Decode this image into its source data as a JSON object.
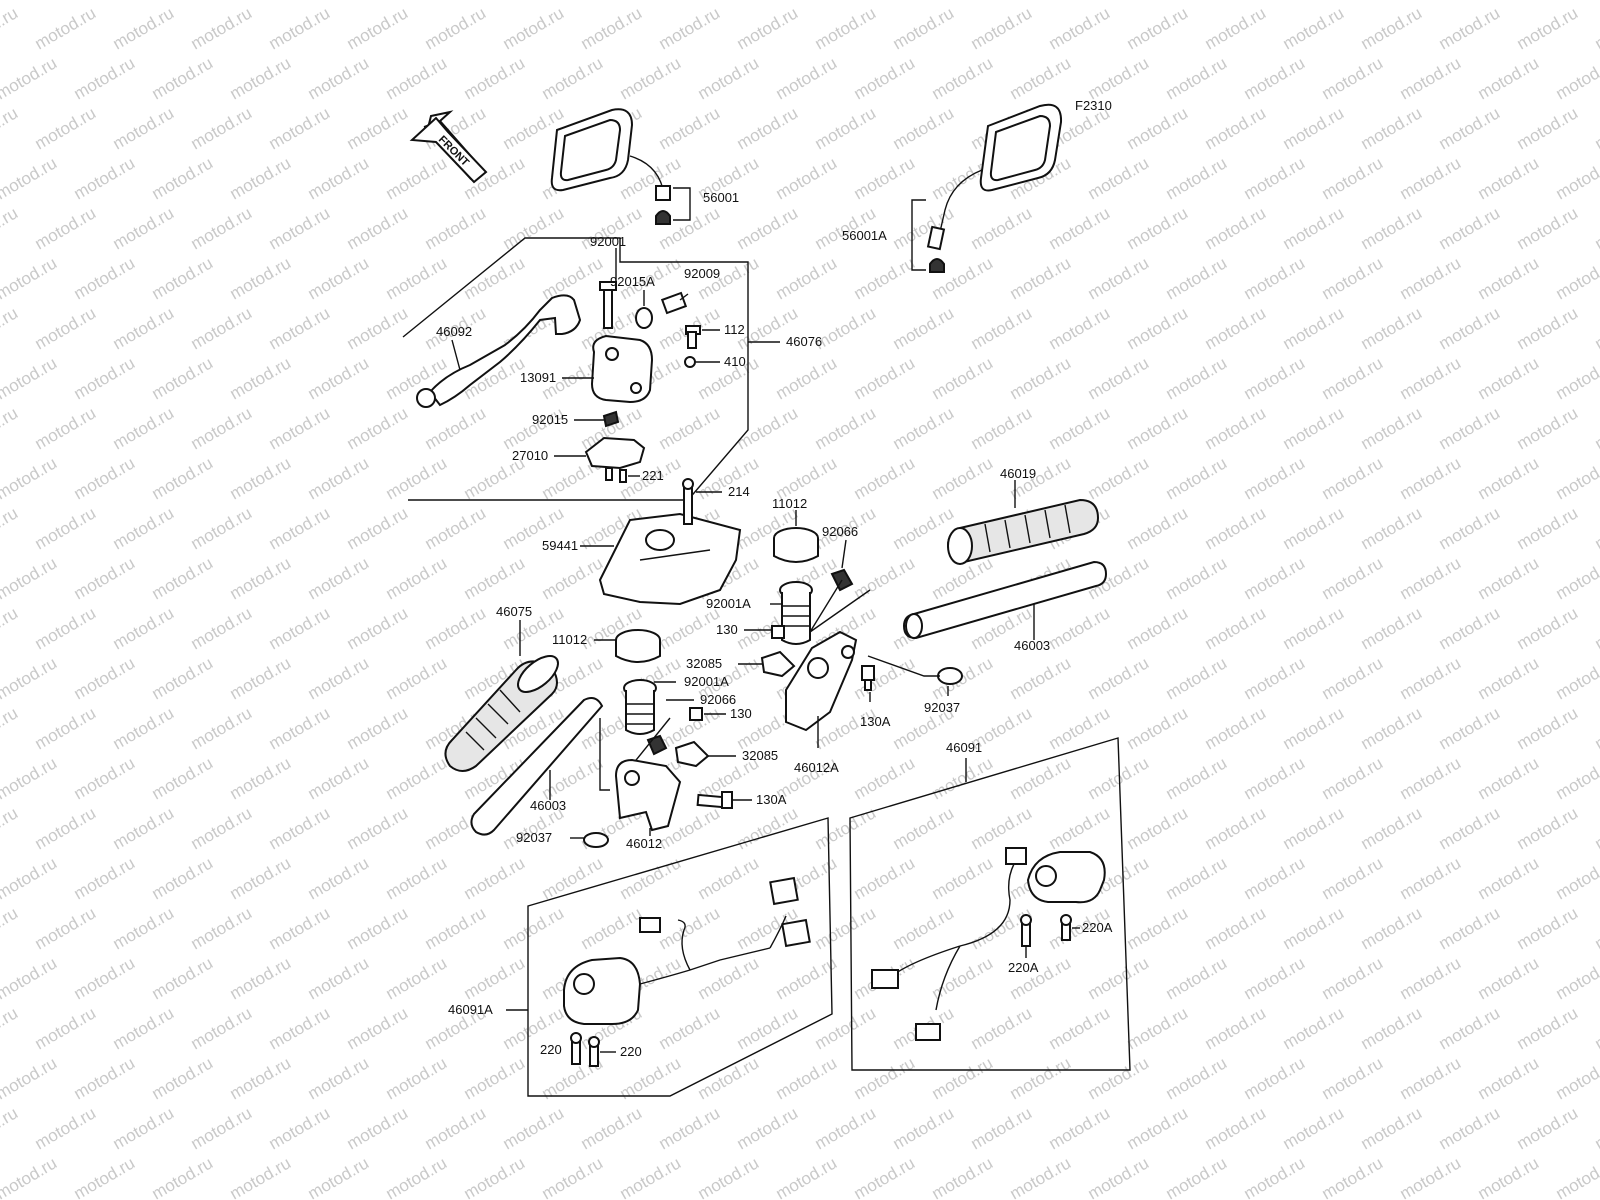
{
  "figure_code": "F2310",
  "front_tag": "FRONT",
  "watermark_text": "motod.ru",
  "labels": {
    "p56001": "56001",
    "p56001A": "56001A",
    "p92001": "92001",
    "p92015A": "92015A",
    "p92009": "92009",
    "p112": "112",
    "p46076": "46076",
    "p410": "410",
    "p46092": "46092",
    "p13091": "13091",
    "p92015": "92015",
    "p27010": "27010",
    "p221": "221",
    "p214": "214",
    "p11012_top": "11012",
    "p92066_top": "92066",
    "p46019": "46019",
    "p59441": "59441",
    "p92001A_top": "92001A",
    "p130_top": "130",
    "p46003_right": "46003",
    "p46075": "46075",
    "p11012_left": "11012",
    "p32085_top": "32085",
    "p92001A_left": "92001A",
    "p92066_left": "92066",
    "p130_left": "130",
    "p130A_right": "130A",
    "p92037_right": "92037",
    "p46012A": "46012A",
    "p46091": "46091",
    "p32085_left": "32085",
    "p130A_left": "130A",
    "p46003_left": "46003",
    "p92037_left": "92037",
    "p46012": "46012",
    "p220A_a": "220A",
    "p220A_b": "220A",
    "p46091A": "46091A",
    "p220_a": "220",
    "p220_b": "220"
  }
}
